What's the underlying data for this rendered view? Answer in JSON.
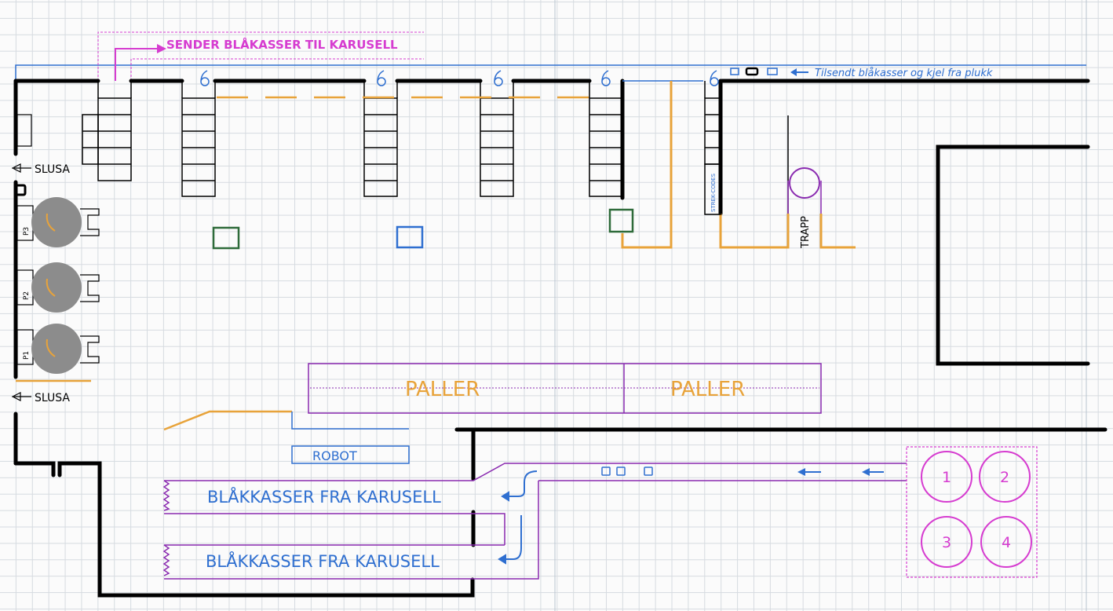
{
  "labels": {
    "send_banner": "SENDER BLÅKASSER TIL KARUSELL",
    "incoming": "Tilsendt blåkasser og kjel fra plukk",
    "slusa_top": "SLUSA",
    "slusa_bottom": "SLUSA",
    "p3": "P3",
    "p2": "P2",
    "p1": "P1",
    "strekkcode": "STREK-CODES",
    "trapp": "TRAPP",
    "paller_left": "PALLER",
    "paller_right": "PALLER",
    "robot": "ROBOT",
    "blakasser_top": "BLÅKKASSER FRA KARUSELL",
    "blakasser_bottom": "BLÅKKASSER FRA KARUSELL",
    "carousel_1": "1",
    "carousel_2": "2",
    "carousel_3": "3",
    "carousel_4": "4"
  },
  "colors": {
    "wall": "#000000",
    "conveyor_blue": "#2f6fd0",
    "pink": "#d63cd0",
    "purple": "#8a2bb0",
    "orange": "#e8a33a",
    "green": "#2e6b3a",
    "gray": "#8c8c8c"
  }
}
